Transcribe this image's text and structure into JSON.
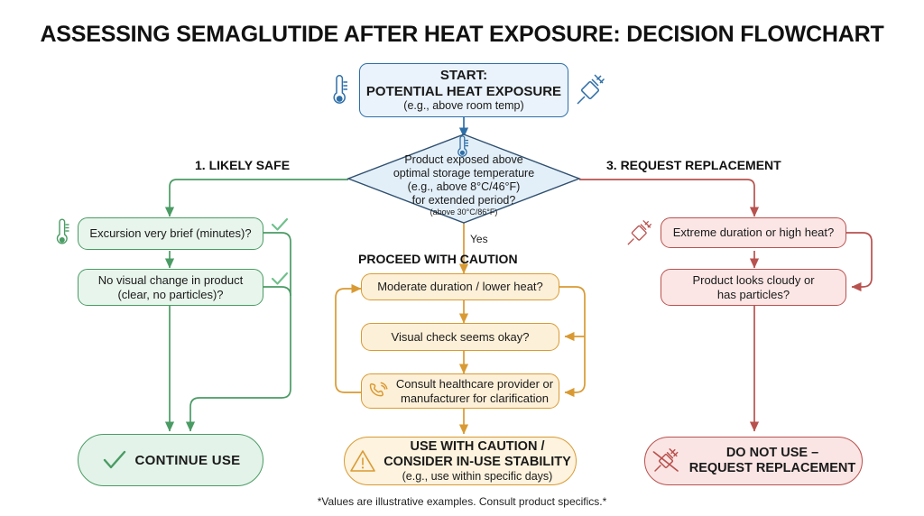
{
  "page": {
    "title": "ASSESSING SEMAGLUTIDE AFTER HEAT EXPOSURE: DECISION FLOWCHART",
    "footnote": "*Values are illustrative examples. Consult product specifics.*",
    "background": "#ffffff"
  },
  "colors": {
    "blue_border": "#2f6fa8",
    "blue_fill": "#eaf3fb",
    "green_border": "#4a9b64",
    "green_fill": "#e8f5ec",
    "orange_border": "#d99a33",
    "orange_fill": "#fdf0d8",
    "red_border": "#b8524f",
    "red_fill": "#fbe6e5",
    "text": "#1a1a1a"
  },
  "start": {
    "line1": "START:",
    "line2": "POTENTIAL HEAT EXPOSURE",
    "line3": "(e.g., above room temp)",
    "left_icon": "thermometer-icon",
    "right_icon": "syringe-icon"
  },
  "decision": {
    "icon": "thermometer-icon",
    "line1": "Product exposed above",
    "line2": "optimal storage temperature",
    "line3": "(e.g., above 8°C/46°F)",
    "line4": "for extended period?",
    "line5": "(above 30°C/86°F)"
  },
  "branches": {
    "left_label": "1. LIKELY SAFE",
    "center_label": "PROCEED WITH CAUTION",
    "right_label": "3. REQUEST REPLACEMENT",
    "center_edge_label": "Yes"
  },
  "left_branch": {
    "icon": "thermometer-icon",
    "steps": [
      {
        "line1": "Excursion very brief (minutes)?",
        "line2": "",
        "badge": "check-icon"
      },
      {
        "line1": "No visual change in product",
        "line2": "(clear, no particles)?",
        "badge": "check-icon"
      }
    ],
    "terminal": {
      "icon": "check-icon",
      "label": "CONTINUE USE"
    }
  },
  "center_branch": {
    "steps": [
      {
        "line1": "Moderate duration / lower heat?",
        "line2": "",
        "icon": ""
      },
      {
        "line1": "Visual check seems okay?",
        "line2": "",
        "icon": ""
      },
      {
        "line1": "Consult healthcare provider or",
        "line2": "manufacturer for clarification",
        "icon": "phone-call-icon"
      }
    ],
    "terminal": {
      "icon": "warning-triangle-icon",
      "line1": "USE WITH CAUTION /",
      "line2": "CONSIDER IN-USE STABILITY",
      "line3": "(e.g., use within specific days)"
    }
  },
  "right_branch": {
    "icon": "syringe-icon",
    "steps": [
      {
        "line1": "Extreme duration or high heat?",
        "line2": ""
      },
      {
        "line1": "Product looks cloudy or",
        "line2": "has particles?"
      }
    ],
    "terminal": {
      "icon": "no-syringe-icon",
      "line1": "DO NOT USE –",
      "line2": "REQUEST REPLACEMENT"
    }
  }
}
